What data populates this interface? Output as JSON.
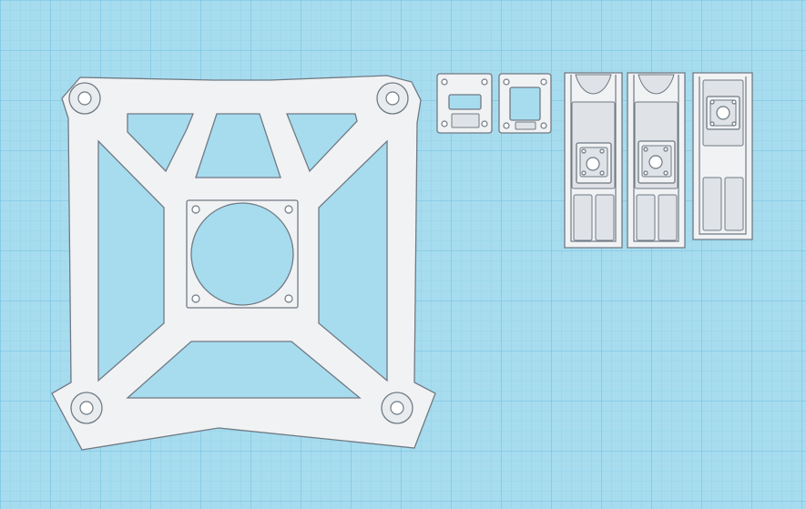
{
  "workplane": {
    "background_color": "#a7dcef",
    "grid_minor_color": "#8fcfe8",
    "grid_major_color": "#6fbedf",
    "part_fill_color": "#f1f2f4",
    "part_edge_color": "#6f7a83"
  },
  "parts": [
    "frame-plate",
    "small-adapter-1",
    "small-adapter-2",
    "tray-1",
    "tray-2",
    "tray-3"
  ]
}
